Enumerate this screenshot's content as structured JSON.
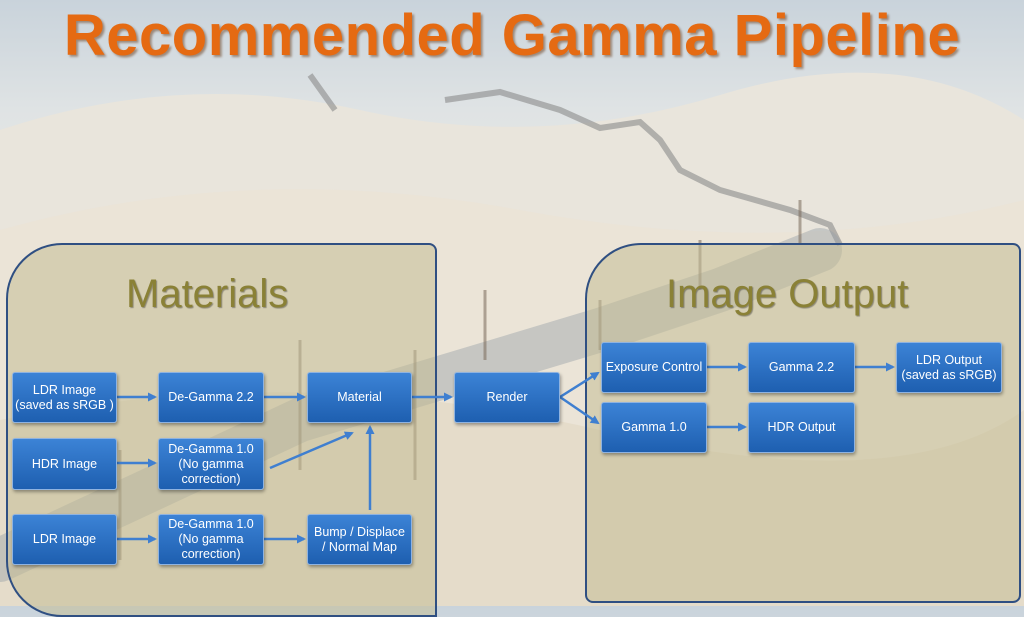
{
  "title": "Recommended Gamma Pipeline",
  "panels": {
    "materials": "Materials",
    "output": "Image Output"
  },
  "nodes": {
    "ldr_image_srgb": "LDR Image\n(saved as sRGB )",
    "hdr_image": "HDR Image",
    "ldr_image_2": "LDR Image",
    "degamma_22": "De-Gamma 2.2",
    "degamma_10_a": "De-Gamma 1.0\n(No gamma\ncorrection)",
    "degamma_10_b": "De-Gamma 1.0\n(No gamma\ncorrection)",
    "material": "Material",
    "bump": "Bump / Displace\n/ Normal Map",
    "render": "Render",
    "exposure": "Exposure Control",
    "gamma_22": "Gamma 2.2",
    "ldr_output": "LDR Output\n(saved as sRGB)",
    "gamma_10": "Gamma 1.0",
    "hdr_output": "HDR Output"
  },
  "colors": {
    "title": "#e56a12",
    "node_fill": "#2a6fc4",
    "arrow": "#3f7fd0",
    "panel_border": "#2f4f82",
    "panel_title": "#8a8136"
  }
}
